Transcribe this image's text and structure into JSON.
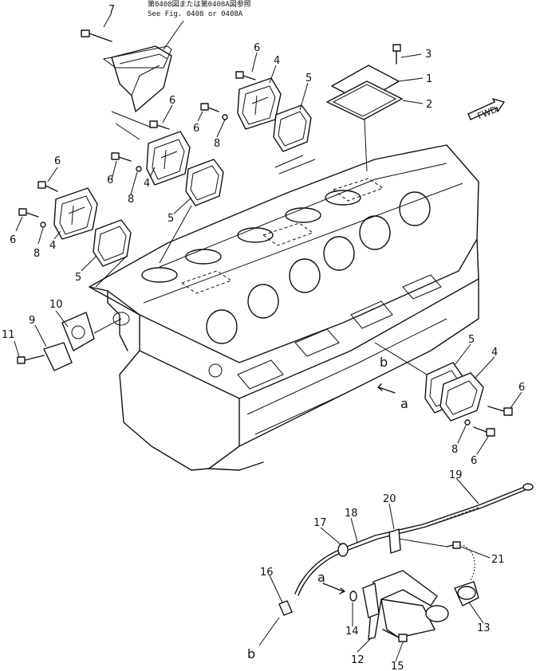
{
  "reference_note": {
    "japanese": "第0408図または第0408A図参照",
    "english": "See Fig. 0408 or 0408A"
  },
  "fwd_marker": "FWD",
  "callouts": [
    {
      "id": "c7a",
      "label": "7"
    },
    {
      "id": "c3",
      "label": "3"
    },
    {
      "id": "c1",
      "label": "1"
    },
    {
      "id": "c2",
      "label": "2"
    },
    {
      "id": "c6a",
      "label": "6"
    },
    {
      "id": "c4a",
      "label": "4"
    },
    {
      "id": "c5a",
      "label": "5"
    },
    {
      "id": "c6b",
      "label": "6"
    },
    {
      "id": "c6c",
      "label": "6"
    },
    {
      "id": "c8a",
      "label": "8"
    },
    {
      "id": "c6d",
      "label": "6"
    },
    {
      "id": "c6e",
      "label": "6"
    },
    {
      "id": "c8b",
      "label": "8"
    },
    {
      "id": "c4b",
      "label": "4"
    },
    {
      "id": "c5b",
      "label": "5"
    },
    {
      "id": "c6f",
      "label": "6"
    },
    {
      "id": "c6g",
      "label": "6"
    },
    {
      "id": "c8c",
      "label": "8"
    },
    {
      "id": "c4c",
      "label": "4"
    },
    {
      "id": "c5c",
      "label": "5"
    },
    {
      "id": "c10",
      "label": "10"
    },
    {
      "id": "c9",
      "label": "9"
    },
    {
      "id": "c11",
      "label": "11"
    },
    {
      "id": "c5d",
      "label": "5"
    },
    {
      "id": "c4d",
      "label": "4"
    },
    {
      "id": "cb1",
      "label": "b"
    },
    {
      "id": "ca1",
      "label": "a"
    },
    {
      "id": "c6h",
      "label": "6"
    },
    {
      "id": "c8d",
      "label": "8"
    },
    {
      "id": "c6i",
      "label": "6"
    },
    {
      "id": "c19",
      "label": "19"
    },
    {
      "id": "c20",
      "label": "20"
    },
    {
      "id": "c18",
      "label": "18"
    },
    {
      "id": "c17",
      "label": "17"
    },
    {
      "id": "c21",
      "label": "21"
    },
    {
      "id": "c16",
      "label": "16"
    },
    {
      "id": "ca2",
      "label": "a"
    },
    {
      "id": "c14",
      "label": "14"
    },
    {
      "id": "c13",
      "label": "13"
    },
    {
      "id": "c12",
      "label": "12"
    },
    {
      "id": "c15",
      "label": "15"
    },
    {
      "id": "cb2",
      "label": "b"
    }
  ]
}
